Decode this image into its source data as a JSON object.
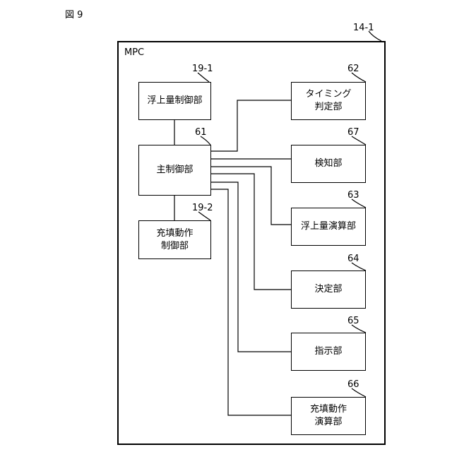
{
  "figure_label": "図 9",
  "outer": {
    "ref": "14-1",
    "title": "MPC"
  },
  "blocks": {
    "float_control": {
      "ref": "19-1",
      "lines": [
        "浮上量制御部"
      ]
    },
    "main_control": {
      "ref": "61",
      "lines": [
        "主制御部"
      ]
    },
    "fill_control": {
      "ref": "19-2",
      "lines": [
        "充填動作",
        "制御部"
      ]
    },
    "timing": {
      "ref": "62",
      "lines": [
        "タイミング",
        "判定部"
      ]
    },
    "detect": {
      "ref": "67",
      "lines": [
        "検知部"
      ]
    },
    "float_calc": {
      "ref": "63",
      "lines": [
        "浮上量演算部"
      ]
    },
    "decide": {
      "ref": "64",
      "lines": [
        "決定部"
      ]
    },
    "instruct": {
      "ref": "65",
      "lines": [
        "指示部"
      ]
    },
    "fill_calc": {
      "ref": "66",
      "lines": [
        "充填動作",
        "演算部"
      ]
    }
  }
}
